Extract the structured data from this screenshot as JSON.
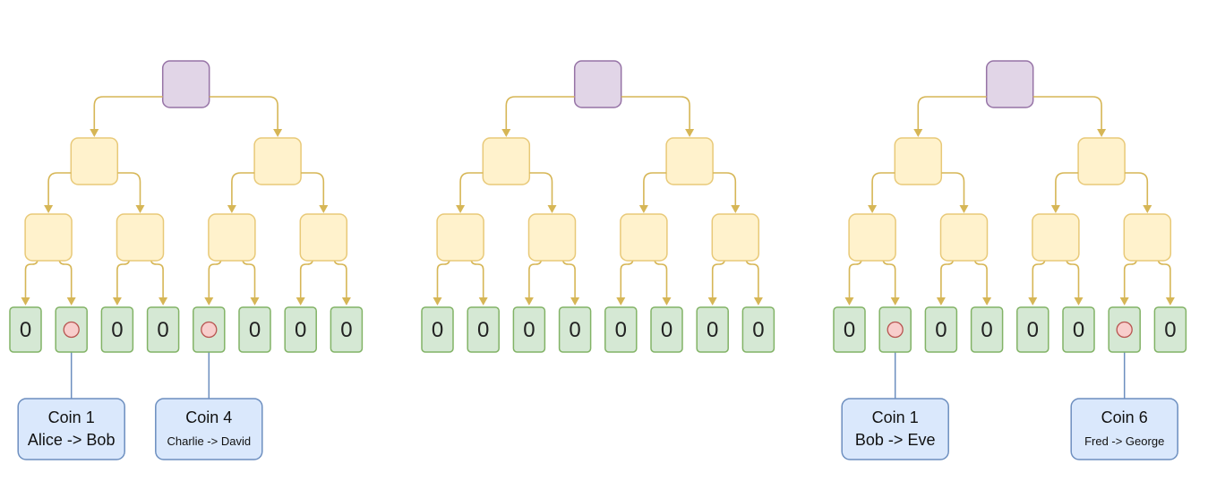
{
  "colors": {
    "root_fill": "#e1d5e7",
    "root_stroke": "#9673a6",
    "inner_fill": "#fff2cc",
    "inner_stroke": "#d6b656",
    "leaf_fill": "#d5e8d4",
    "leaf_stroke": "#82b366",
    "marker_fill": "#f8cecc",
    "marker_stroke": "#b85450",
    "callout_fill": "#dae8fc",
    "callout_stroke": "#6c8ebf"
  },
  "trees": [
    {
      "leaves": [
        {
          "label": "0"
        },
        {
          "label": "",
          "marker": true
        },
        {
          "label": "0"
        },
        {
          "label": "0"
        },
        {
          "label": "",
          "marker": true
        },
        {
          "label": "0"
        },
        {
          "label": "0"
        },
        {
          "label": "0"
        }
      ],
      "callouts": [
        {
          "leaf_index": 1,
          "title": "Coin 1",
          "subtitle": "Alice -> Bob",
          "subtitle_size": "large"
        },
        {
          "leaf_index": 4,
          "title": "Coin 4",
          "subtitle": "Charlie -> David",
          "subtitle_size": "small"
        }
      ]
    },
    {
      "leaves": [
        {
          "label": "0"
        },
        {
          "label": "0"
        },
        {
          "label": "0"
        },
        {
          "label": "0"
        },
        {
          "label": "0"
        },
        {
          "label": "0"
        },
        {
          "label": "0"
        },
        {
          "label": "0"
        }
      ],
      "callouts": []
    },
    {
      "leaves": [
        {
          "label": "0"
        },
        {
          "label": "",
          "marker": true
        },
        {
          "label": "0"
        },
        {
          "label": "0"
        },
        {
          "label": "0"
        },
        {
          "label": "0"
        },
        {
          "label": "",
          "marker": true
        },
        {
          "label": "0"
        }
      ],
      "callouts": [
        {
          "leaf_index": 1,
          "title": "Coin 1",
          "subtitle": "Bob -> Eve",
          "subtitle_size": "large"
        },
        {
          "leaf_index": 6,
          "title": "Coin 6",
          "subtitle": "Fred -> George",
          "subtitle_size": "small"
        }
      ]
    }
  ]
}
